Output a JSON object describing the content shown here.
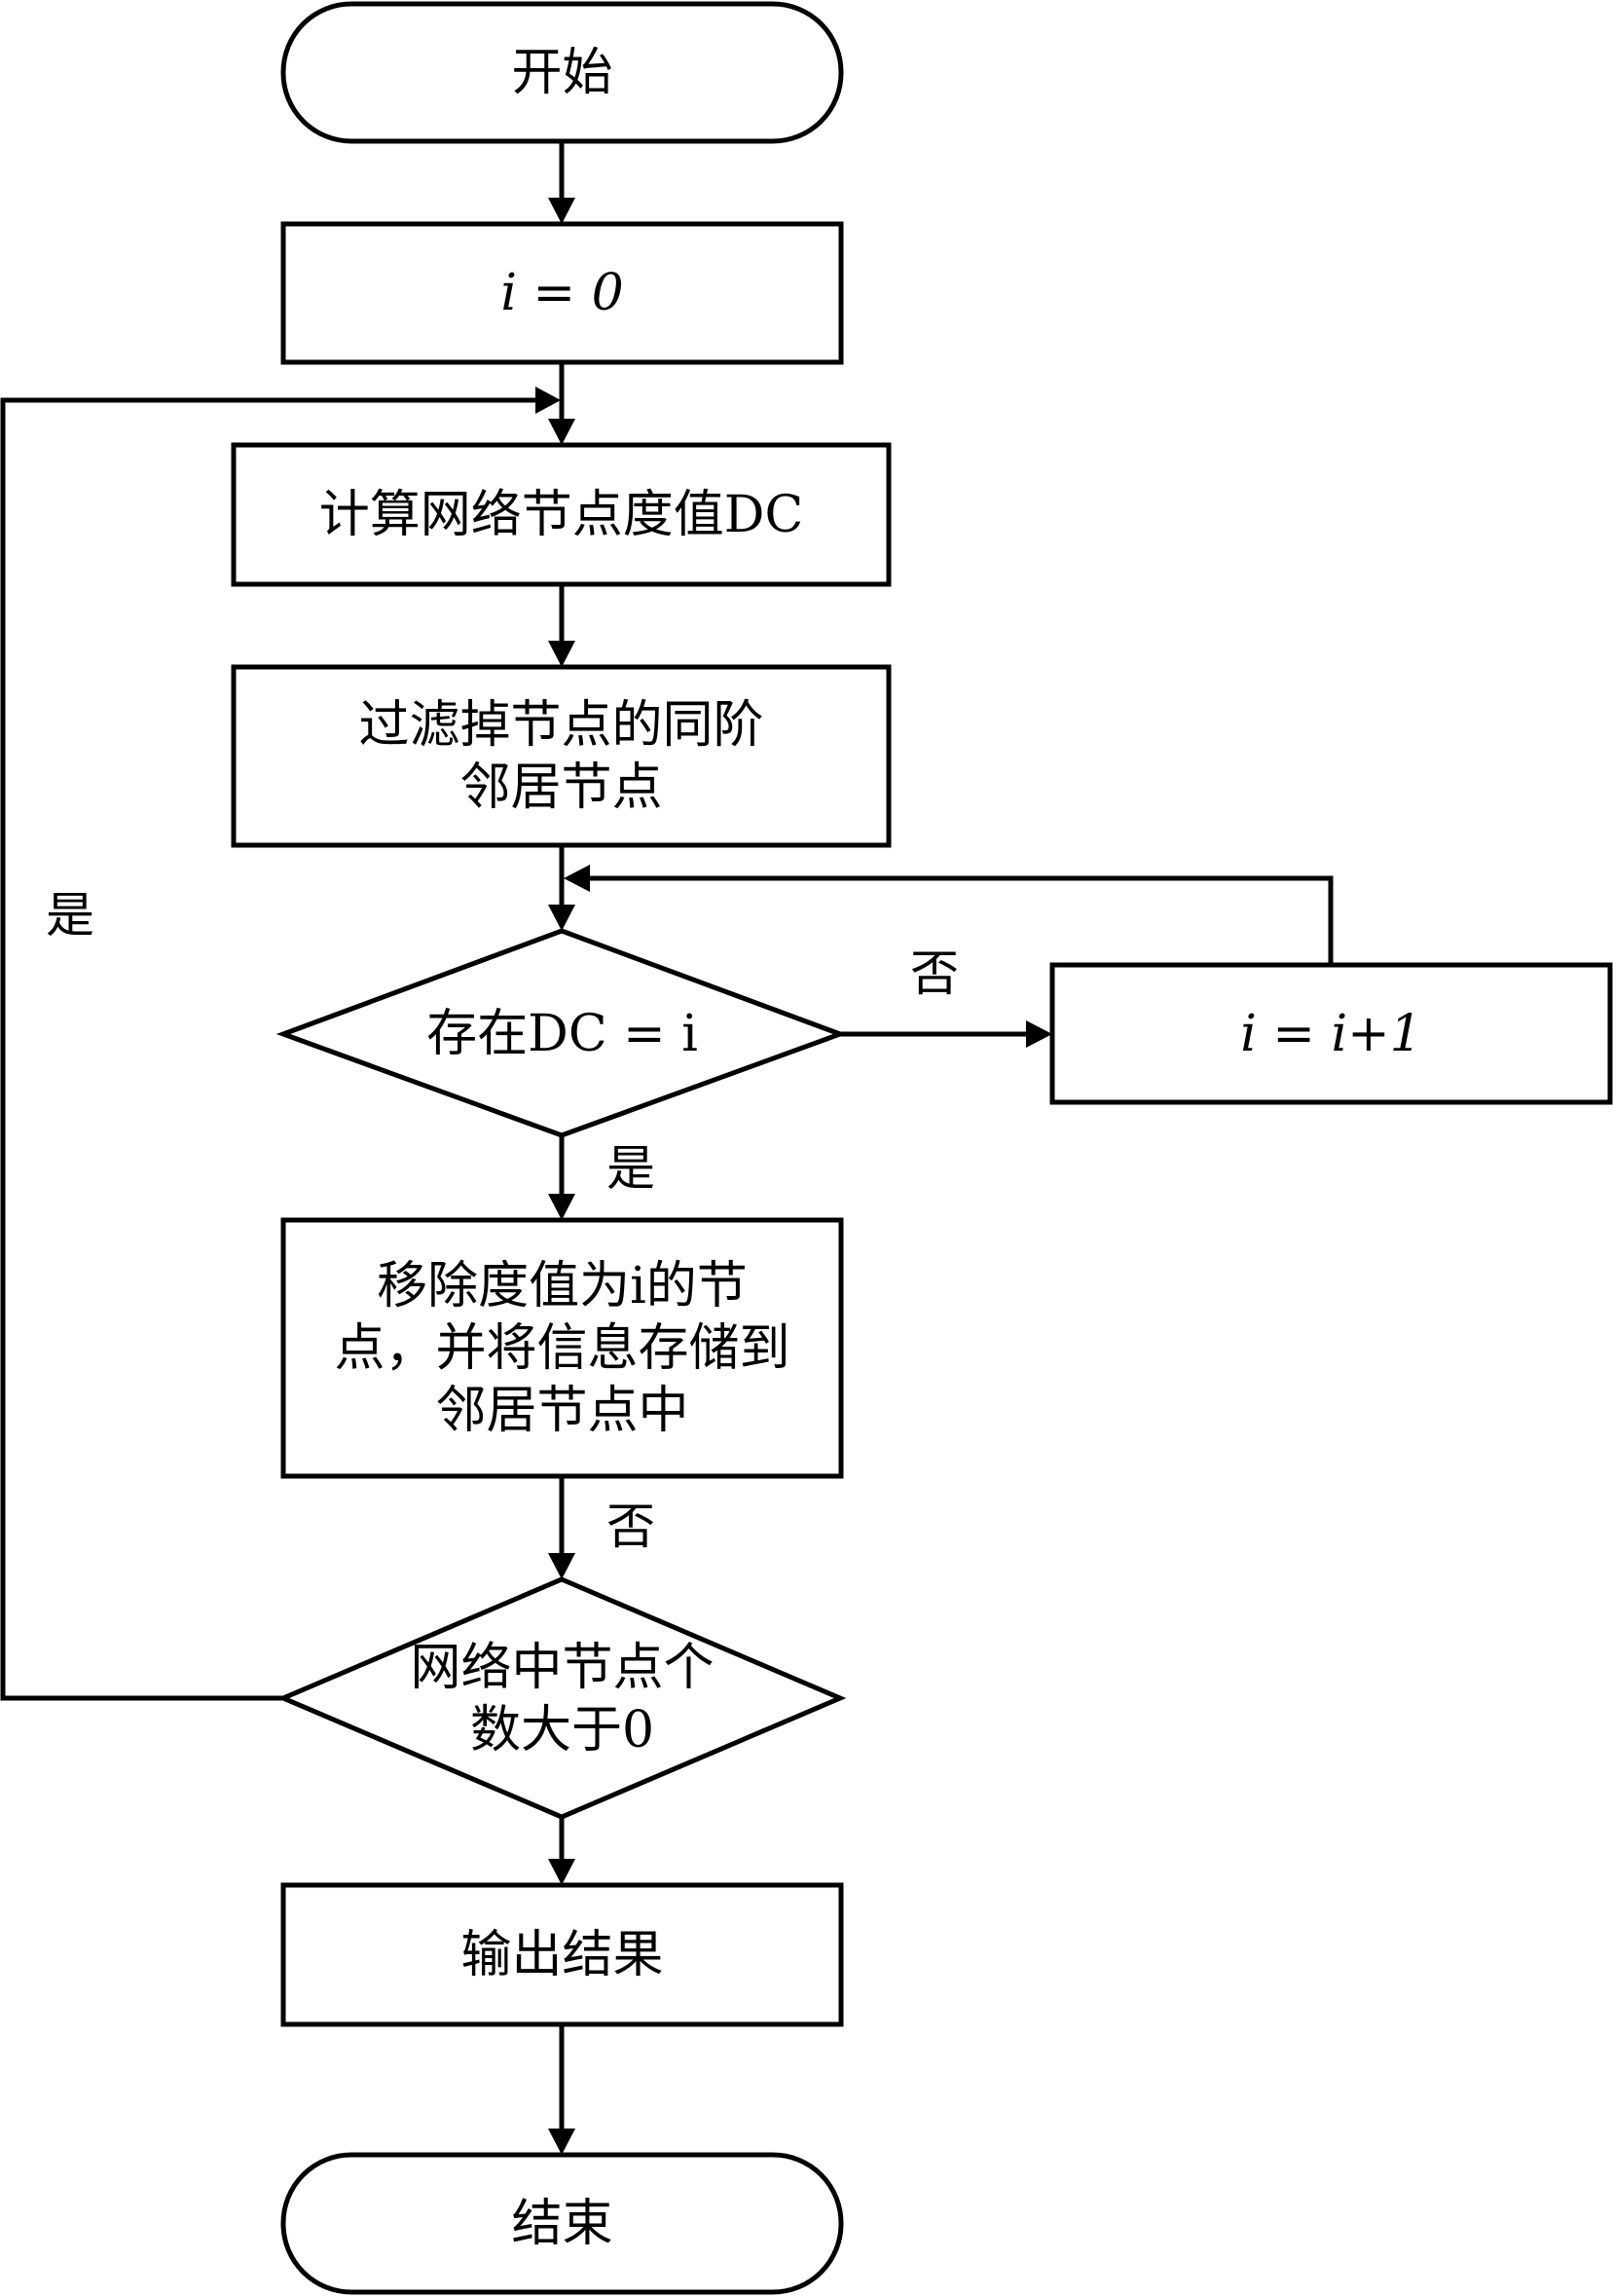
{
  "diagram": {
    "type": "flowchart",
    "nodes": {
      "start": {
        "kind": "terminal",
        "text": "开始"
      },
      "init": {
        "kind": "process",
        "text": "i = 0"
      },
      "compute_dc": {
        "kind": "process",
        "text": "计算网络节点度值DC"
      },
      "filter": {
        "kind": "process",
        "text": "过滤掉节点的同阶\n邻居节点"
      },
      "check_dc": {
        "kind": "decision",
        "text": "存在DC = i"
      },
      "increment": {
        "kind": "process",
        "text": "i = i+1"
      },
      "remove": {
        "kind": "process",
        "text": "移除度值为i的节\n点，并将信息存储到\n邻居节点中"
      },
      "check_count": {
        "kind": "decision",
        "text": "网络中节点个\n数大于0"
      },
      "output": {
        "kind": "process",
        "text": "输出结果"
      },
      "end": {
        "kind": "terminal",
        "text": "结束"
      }
    },
    "edges": [
      {
        "from": "start",
        "to": "init",
        "label": ""
      },
      {
        "from": "init",
        "to": "compute_dc",
        "label": ""
      },
      {
        "from": "compute_dc",
        "to": "filter",
        "label": ""
      },
      {
        "from": "filter",
        "to": "check_dc",
        "label": ""
      },
      {
        "from": "check_dc",
        "to": "increment",
        "label": "否"
      },
      {
        "from": "increment",
        "to": "check_dc",
        "label": ""
      },
      {
        "from": "check_dc",
        "to": "remove",
        "label": "是"
      },
      {
        "from": "remove",
        "to": "check_count",
        "label": "否"
      },
      {
        "from": "check_count",
        "to": "compute_dc",
        "label": "是"
      },
      {
        "from": "check_count",
        "to": "output",
        "label": ""
      },
      {
        "from": "output",
        "to": "end",
        "label": ""
      }
    ],
    "edge_labels": {
      "check_dc_no": "否",
      "check_dc_yes": "是",
      "remove_no": "否",
      "loop_yes": "是"
    },
    "colors": {
      "stroke": "#000000",
      "background": "#ffffff"
    }
  }
}
